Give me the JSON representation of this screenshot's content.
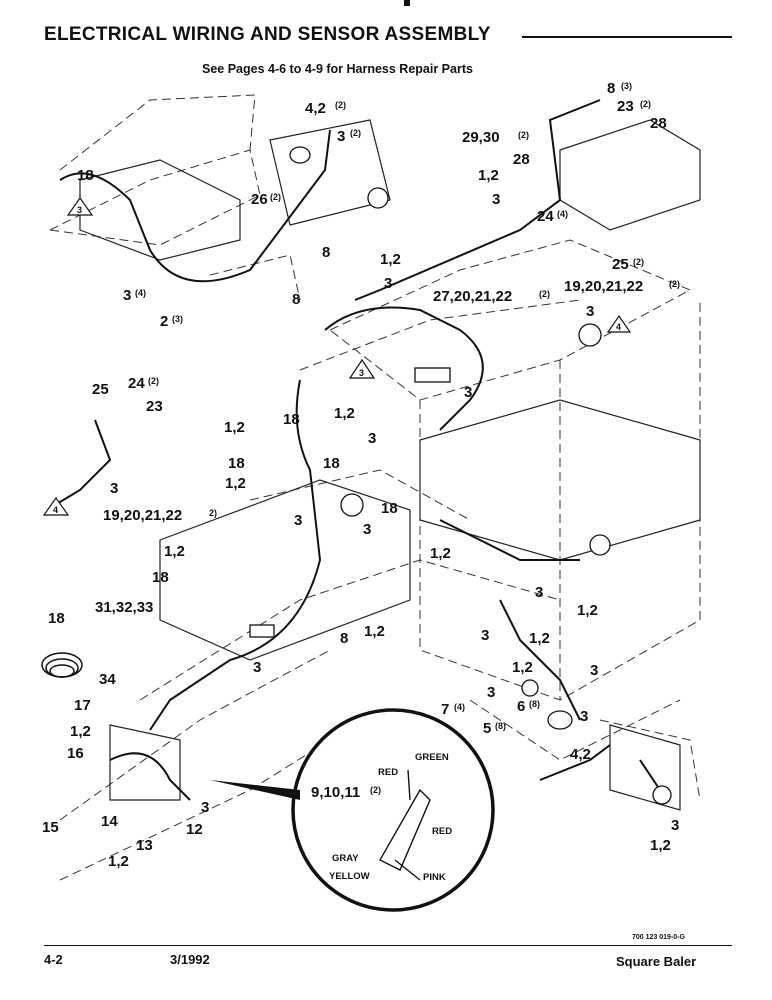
{
  "header": {
    "title": "ELECTRICAL WIRING AND SENSOR ASSEMBLY",
    "subtitle": "See Pages 4-6 to 4-9 for Harness Repair Parts"
  },
  "callouts": {
    "c_42_2": "4,2",
    "c_3_2": "3",
    "c_26_2": "26",
    "c_8a": "8",
    "c_8b": "8",
    "c_3_4": "3",
    "c_2_3": "2",
    "c_18_top": "18",
    "c_2930": "29,30",
    "c_28a": "28",
    "c_28b": "28",
    "c_8_3": "8",
    "c_23_2": "23",
    "c_12_top": "1,2",
    "c_3_top": "3",
    "c_24_4": "24",
    "c_25_2": "25",
    "c_12_mid": "1,2",
    "c_3_mid": "3",
    "c_27_2": "27,20,21,22",
    "c_19_2": "19,20,21,22",
    "c_3_right": "3",
    "c_25": "25",
    "c_24_2": "24",
    "c_23": "23",
    "c_3_left": "3",
    "c_19_left": "19,20,21,22",
    "c_18_a": "18",
    "c_12_a": "1,2",
    "c_3_a": "3",
    "c_3_b": "3",
    "c_12_b": "1,2",
    "c_18_b": "18",
    "c_18_c": "18",
    "c_12_c": "1,2",
    "c_3_c": "3",
    "c_18_d": "18",
    "c_12_d": "1,2",
    "c_3_d": "3",
    "c_12_e": "1,2",
    "c_18_e": "18",
    "c_3133": "31,32,33",
    "c_18_f": "18",
    "c_34": "34",
    "c_8_c": "8",
    "c_12_f": "1,2",
    "c_3_e": "3",
    "c_12_g": "1,2",
    "c_3_f": "3",
    "c_12_h": "1,2",
    "c_3_g": "3",
    "c_12_i": "1,2",
    "c_3_h": "3",
    "c_3_i": "3",
    "c_7_4": "7",
    "c_6_8": "6",
    "c_5_8": "5",
    "c_42_b": "4,2",
    "c_3_j": "3",
    "c_12_j": "1,2",
    "c_17": "17",
    "c_12_k": "1,2",
    "c_16": "16",
    "c_14": "14",
    "c_15": "15",
    "c_12_l": "1,2",
    "c_13": "13",
    "c_12": "12",
    "c_3_k": "3",
    "c_91011": "9,10,11",
    "c_3_l": "3"
  },
  "quantities": {
    "q_2a": "(2)",
    "q_2b": "(2)",
    "q_2c": "(2)",
    "q_4a": "(4)",
    "q_3a": "(3)",
    "q_2d": "(2)",
    "q_3b": "(3)",
    "q_2e": "(2)",
    "q_4b": "(4)",
    "q_2f": "(2)",
    "q_2g": "(2)",
    "q_2h": "(2)",
    "q_2i": "(2)",
    "q_2j": "2)",
    "q_4c": "(4)",
    "q_8a": "(8)",
    "q_8b": "(8)",
    "q_2k": "(2)"
  },
  "triangles": {
    "t3a": "3",
    "t3b": "3",
    "t4a": "4",
    "t4b": "4"
  },
  "detail_inset": {
    "red_top": "RED",
    "green": "GREEN",
    "red_mid": "RED",
    "gray": "GRAY",
    "yellow": "YELLOW",
    "pink": "PINK"
  },
  "footer": {
    "doc_id": "700 123 019-0-G",
    "page": "4-2",
    "date": "3/1992",
    "product": "Square Baler"
  }
}
